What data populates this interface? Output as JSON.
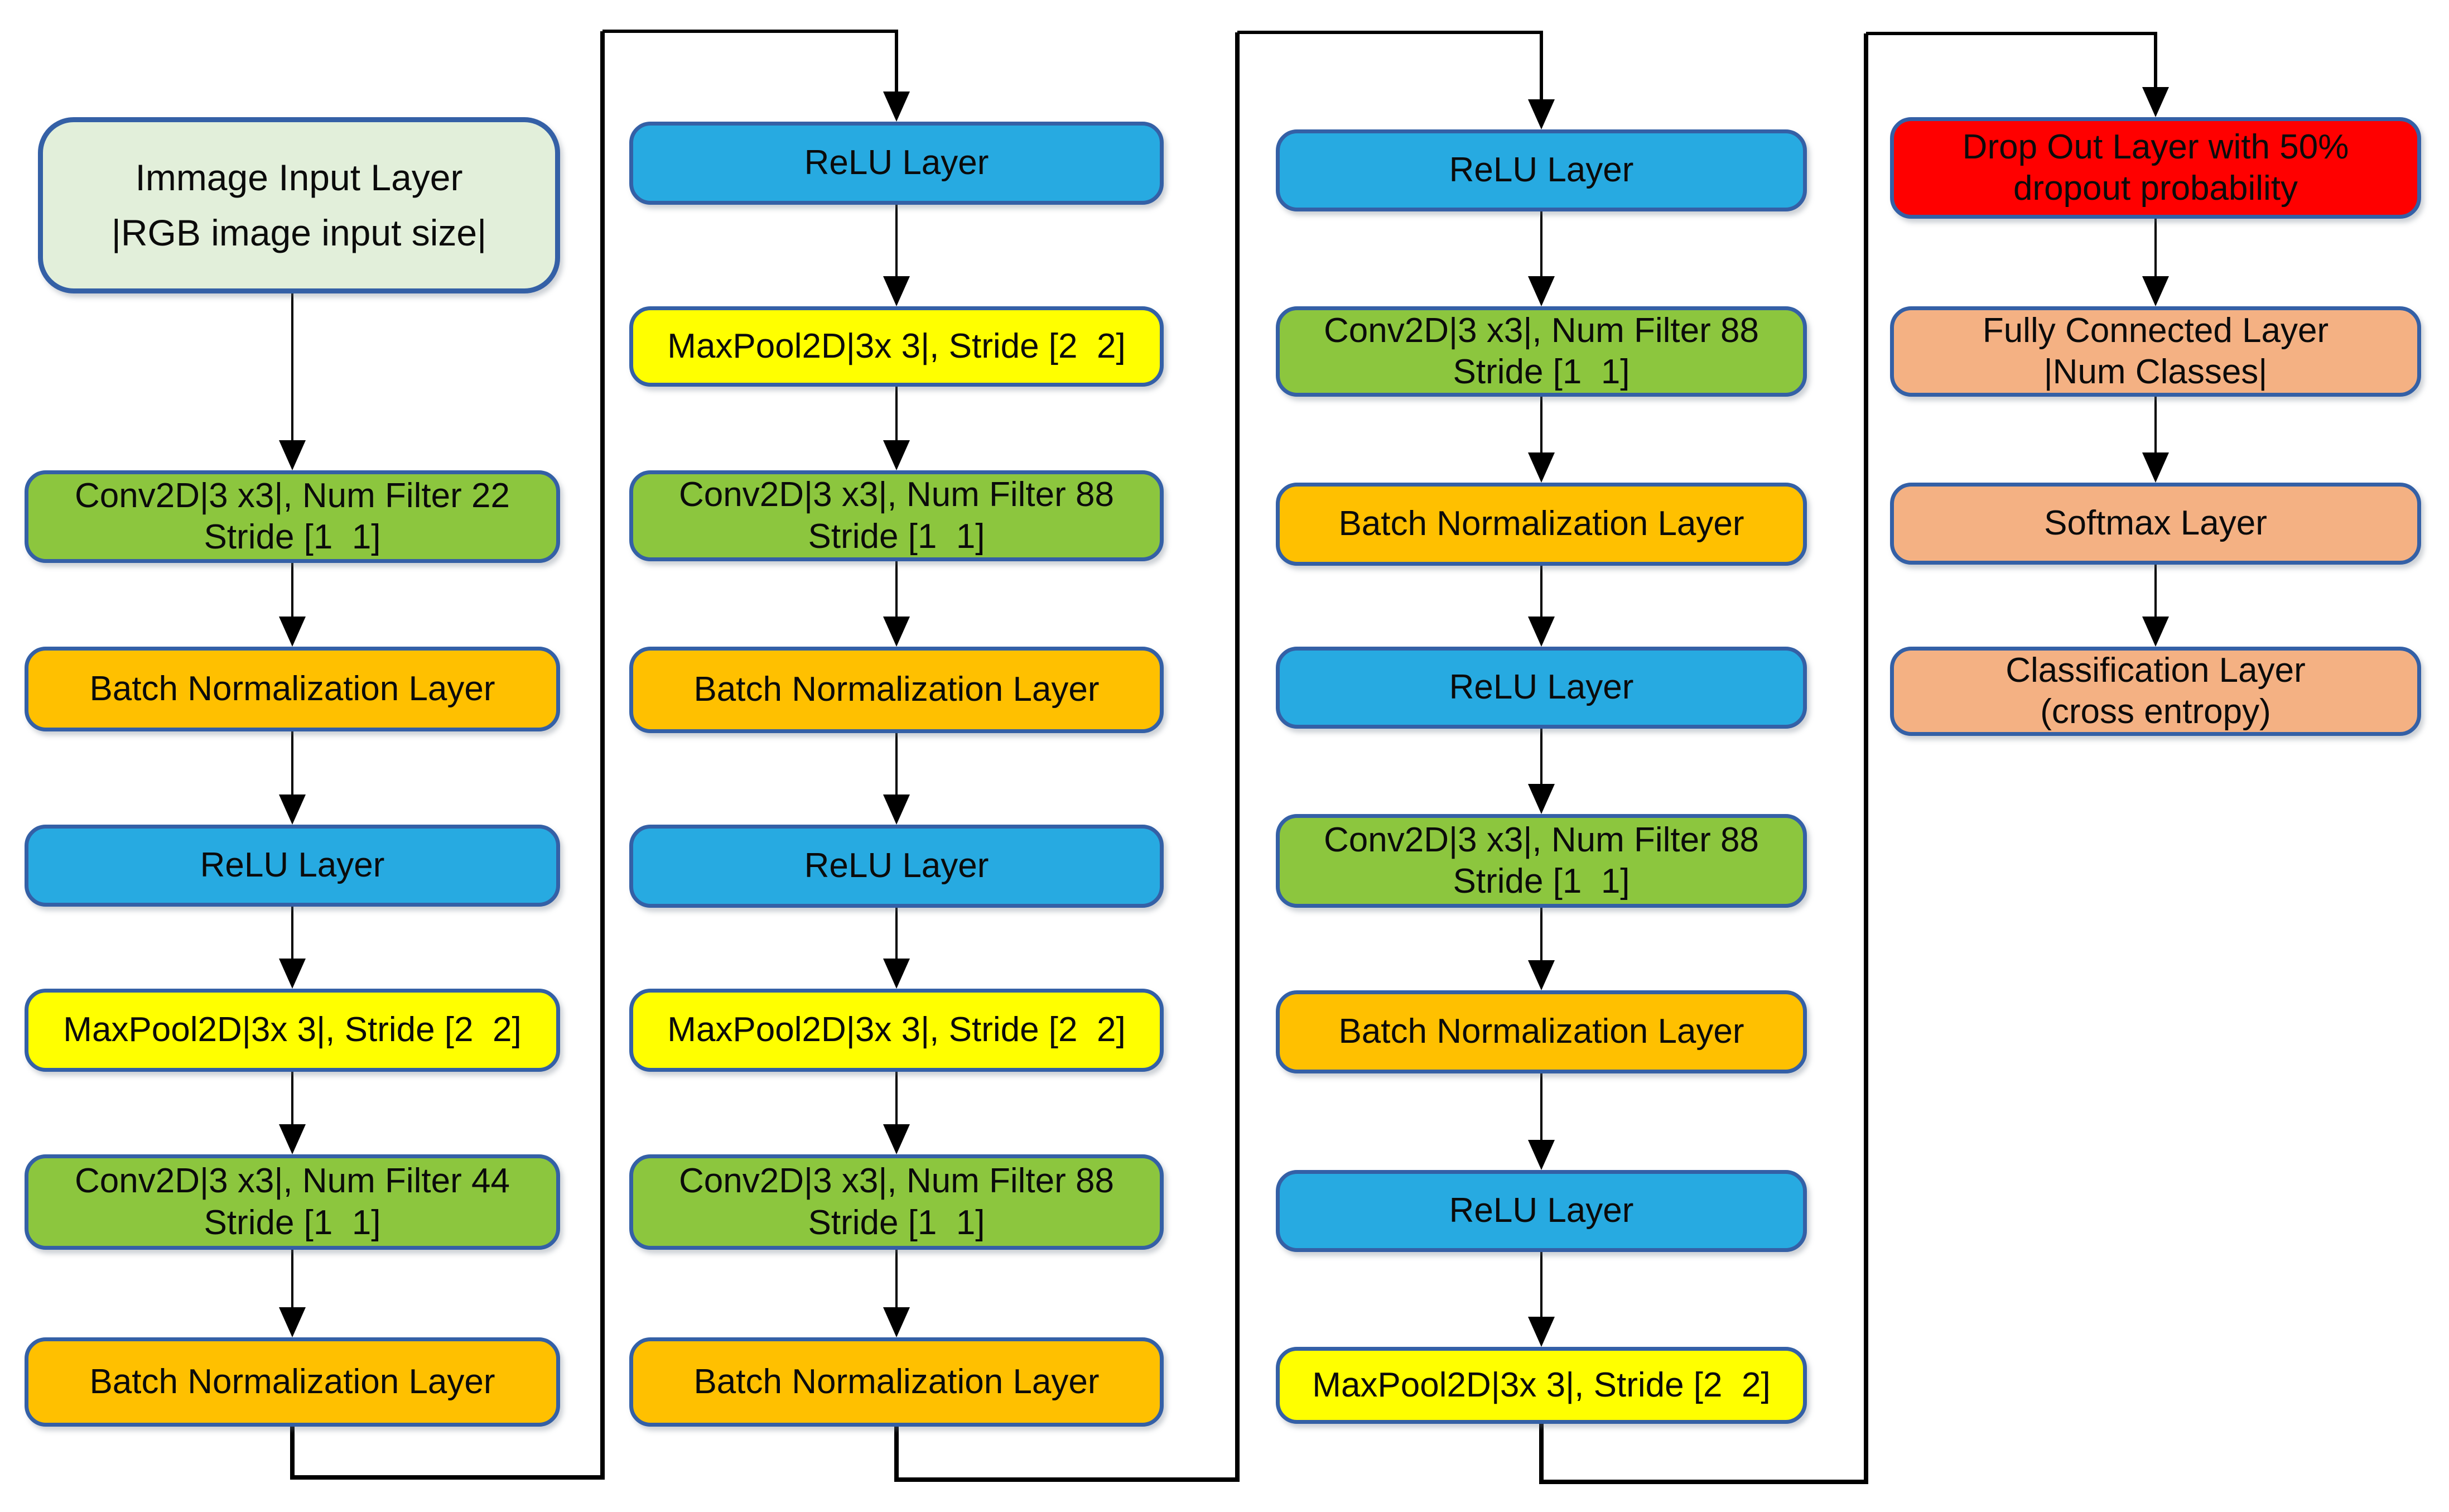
{
  "diagram": {
    "type": "cnn-architecture-flowchart",
    "columns": [
      {
        "boxes": [
          {
            "type": "input",
            "lines": [
              "Immage Input Layer",
              "|RGB image input size|"
            ]
          },
          {
            "type": "conv",
            "lines": [
              "Conv2D|3 x3|, Num Filter 22",
              "Stride [1  1]"
            ]
          },
          {
            "type": "batchnorm",
            "lines": [
              "Batch Normalization Layer"
            ]
          },
          {
            "type": "relu",
            "lines": [
              "ReLU Layer"
            ]
          },
          {
            "type": "maxpool",
            "lines": [
              "MaxPool2D|3x 3|, Stride [2  2]"
            ]
          },
          {
            "type": "conv",
            "lines": [
              "Conv2D|3 x3|, Num Filter 44",
              "Stride [1  1]"
            ]
          },
          {
            "type": "batchnorm",
            "lines": [
              "Batch Normalization Layer"
            ]
          }
        ]
      },
      {
        "boxes": [
          {
            "type": "relu",
            "lines": [
              "ReLU Layer"
            ]
          },
          {
            "type": "maxpool",
            "lines": [
              "MaxPool2D|3x 3|, Stride [2  2]"
            ]
          },
          {
            "type": "conv",
            "lines": [
              "Conv2D|3 x3|, Num Filter 88",
              "Stride [1  1]"
            ]
          },
          {
            "type": "batchnorm",
            "lines": [
              "Batch Normalization Layer"
            ]
          },
          {
            "type": "relu",
            "lines": [
              "ReLU Layer"
            ]
          },
          {
            "type": "maxpool",
            "lines": [
              "MaxPool2D|3x 3|, Stride [2  2]"
            ]
          },
          {
            "type": "conv",
            "lines": [
              "Conv2D|3 x3|, Num Filter 88",
              "Stride [1  1]"
            ]
          },
          {
            "type": "batchnorm",
            "lines": [
              "Batch Normalization Layer"
            ]
          }
        ]
      },
      {
        "boxes": [
          {
            "type": "relu",
            "lines": [
              "ReLU Layer"
            ]
          },
          {
            "type": "conv",
            "lines": [
              "Conv2D|3 x3|, Num Filter 88",
              "Stride [1  1]"
            ]
          },
          {
            "type": "batchnorm",
            "lines": [
              "Batch Normalization Layer"
            ]
          },
          {
            "type": "relu",
            "lines": [
              "ReLU Layer"
            ]
          },
          {
            "type": "conv",
            "lines": [
              "Conv2D|3 x3|, Num Filter 88",
              "Stride [1  1]"
            ]
          },
          {
            "type": "batchnorm",
            "lines": [
              "Batch Normalization Layer"
            ]
          },
          {
            "type": "relu",
            "lines": [
              "ReLU Layer"
            ]
          },
          {
            "type": "maxpool",
            "lines": [
              "MaxPool2D|3x 3|, Stride [2  2]"
            ]
          }
        ]
      },
      {
        "boxes": [
          {
            "type": "dropout",
            "lines": [
              "Drop Out Layer with 50%",
              "dropout probability"
            ]
          },
          {
            "type": "fc",
            "lines": [
              "Fully Connected Layer",
              "|Num Classes|"
            ]
          },
          {
            "type": "softmax",
            "lines": [
              "Softmax Layer"
            ]
          },
          {
            "type": "classification",
            "lines": [
              "Classification Layer",
              "(cross entropy)"
            ]
          }
        ]
      }
    ],
    "colors": {
      "input": "#E2EFDA",
      "conv": "#8CC63E",
      "batchnorm": "#FFC000",
      "relu": "#27AAE1",
      "maxpool": "#FFFF00",
      "dropout": "#FF0000",
      "dense": "#F4B183",
      "border": "#3460A6",
      "line": "#000000",
      "background": "#FFFFFF"
    }
  }
}
